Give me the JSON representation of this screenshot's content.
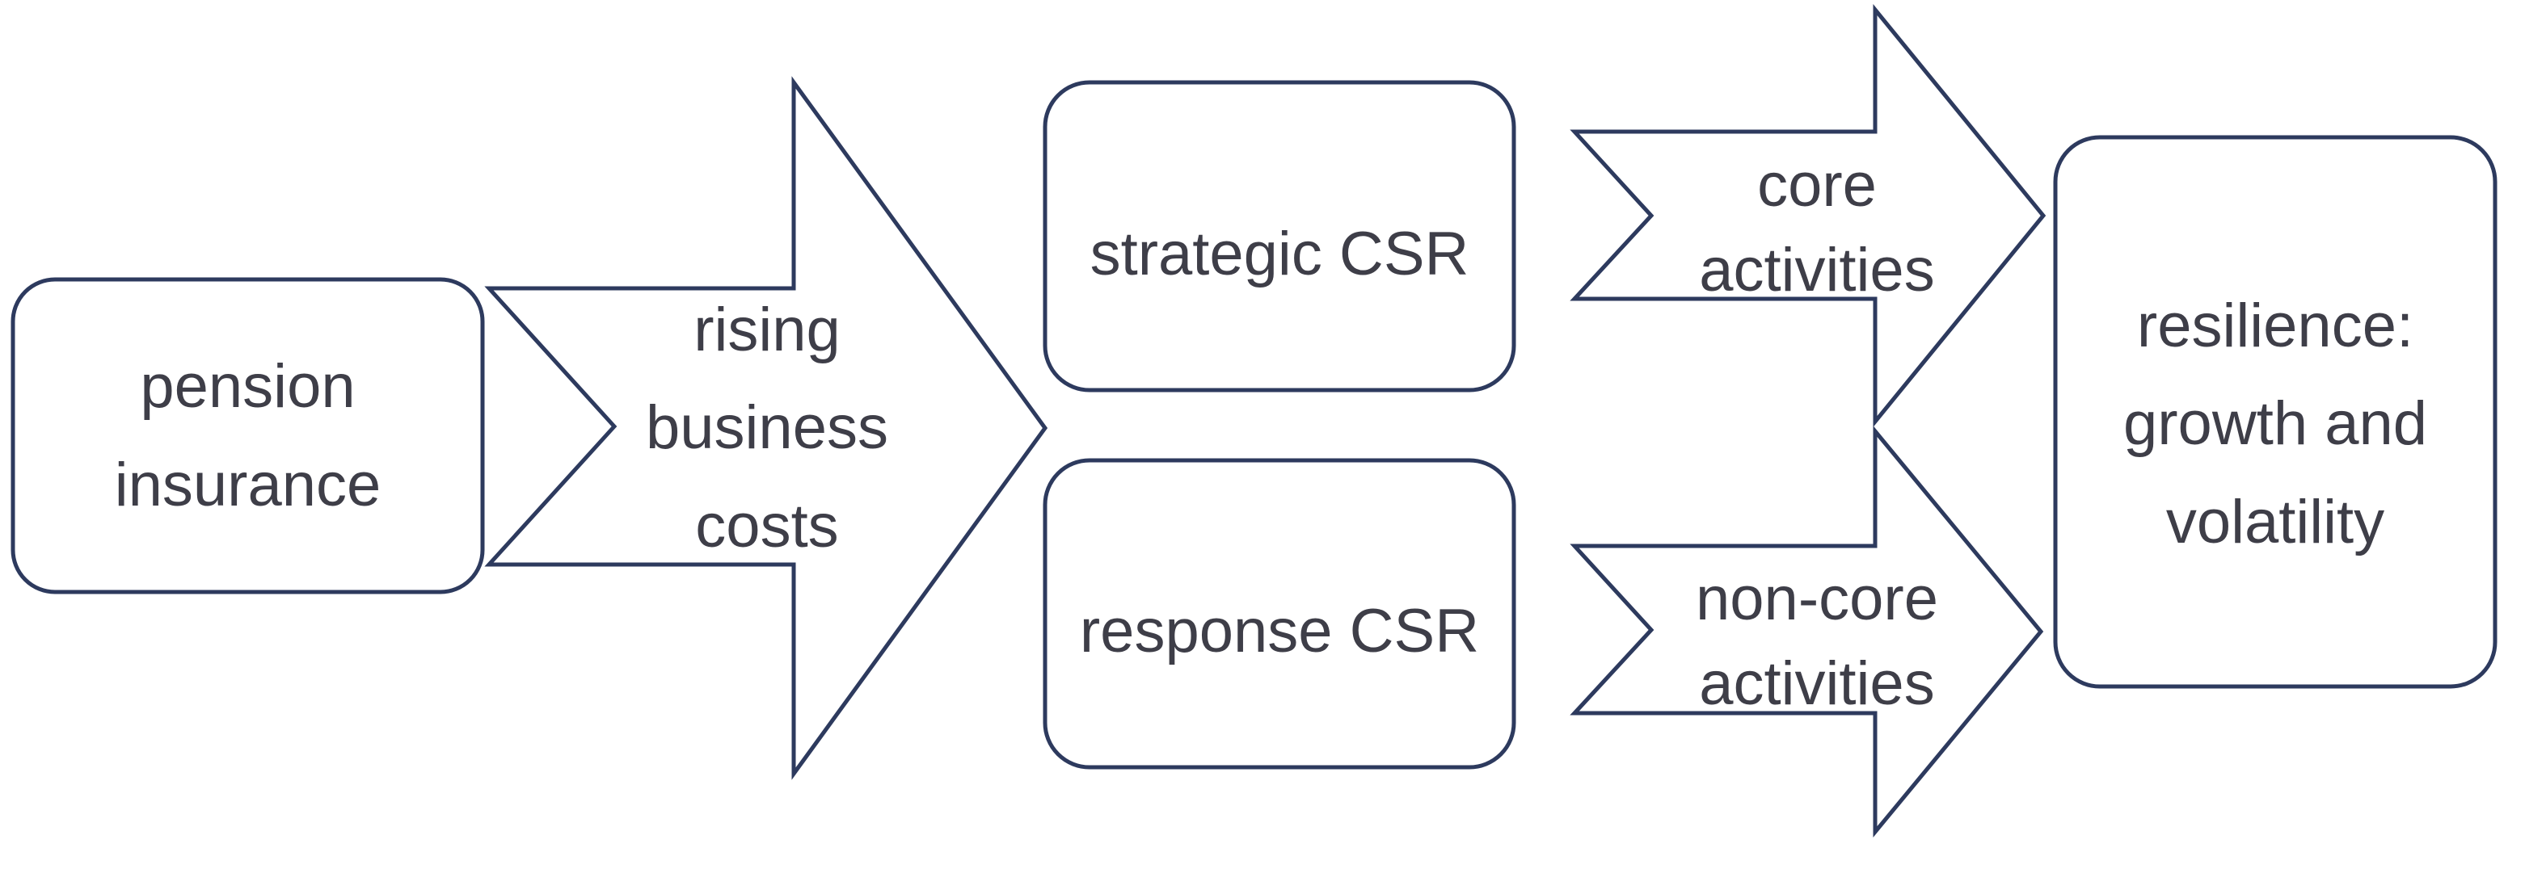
{
  "colors": {
    "stroke": "#2d3a5e",
    "text": "#3e3e48",
    "background": "#ffffff"
  },
  "nodes": {
    "pension": {
      "label": "pension\ninsurance"
    },
    "strategic": {
      "label": "strategic CSR"
    },
    "response": {
      "label": "response CSR"
    },
    "resilience": {
      "label": "resilience:\ngrowth and\nvolatility"
    }
  },
  "arrows": {
    "rising_costs": {
      "label": "rising\nbusiness\ncosts"
    },
    "core": {
      "label": "core\nactivities"
    },
    "non_core": {
      "label": "non-core\nactivities"
    }
  }
}
